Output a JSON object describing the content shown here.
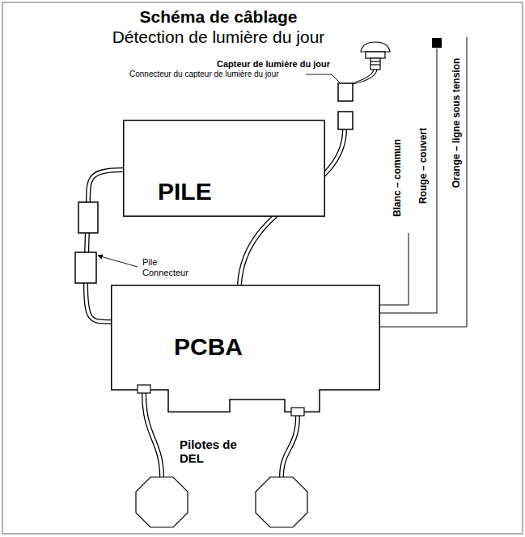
{
  "diagram": {
    "title": "Schéma de câblage",
    "nodes": [
      {
        "text": [
          "PILE"
        ]
      },
      {
        "text": [
          "PCBA"
        ]
      }
    ],
    "edges": [
      {
        "from": 0,
        "to": 1,
        "arrow": "none"
      }
    ],
    "labels": [
      "Détection de lumière du jour",
      "Capteur de lumière du jour",
      "Connecteur du capteur de lumière du jour",
      "Pile Connecteur",
      "Blanc – commun",
      "Rouge – couvert",
      "Orange – ligne sous tension",
      "Pilotes de DEL"
    ]
  }
}
